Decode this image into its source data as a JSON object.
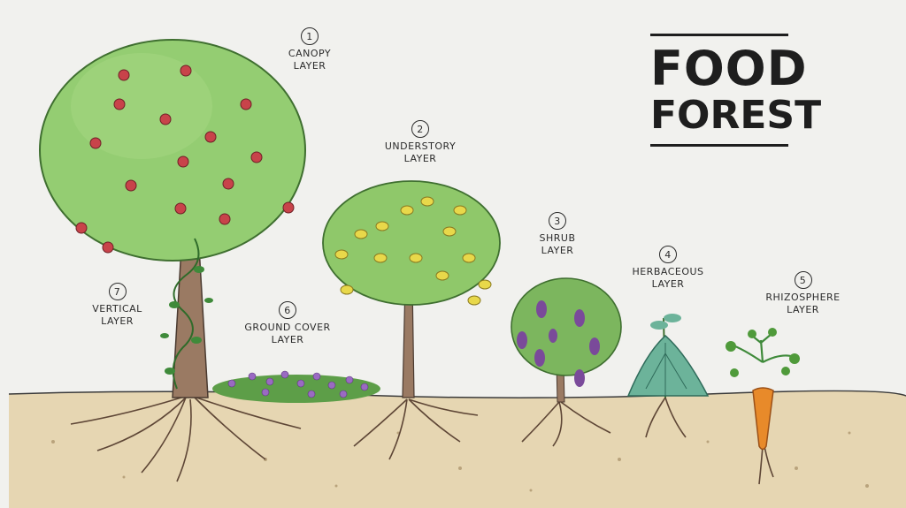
{
  "title": {
    "line1": "FOOD",
    "line2": "FOREST"
  },
  "layers": [
    {
      "number": "1",
      "line1": "CANOPY",
      "line2": "LAYER"
    },
    {
      "number": "2",
      "line1": "UNDERSTORY",
      "line2": "LAYER"
    },
    {
      "number": "3",
      "line1": "SHRUB",
      "line2": "LAYER"
    },
    {
      "number": "4",
      "line1": "HERBACEOUS",
      "line2": "LAYER"
    },
    {
      "number": "5",
      "line1": "RHIZOSPHERE",
      "line2": "LAYER"
    },
    {
      "number": "6",
      "line1": "GROUND COVER",
      "line2": "LAYER"
    },
    {
      "number": "7",
      "line1": "VERTICAL",
      "line2": "LAYER"
    }
  ],
  "colors": {
    "background": "#f1f1ee",
    "soil": "#e6d6b2",
    "foliage": "#8fc86a",
    "foliage_dark": "#4d8a3a",
    "apple": "#c8434a",
    "lemon": "#e8d84a",
    "grape": "#7a4a9a",
    "herb": "#5aa58a",
    "carrot": "#e88a2a",
    "bark": "#8a6a55",
    "ink": "#2b2b2b"
  },
  "icons": [
    "apple-tree-icon",
    "lemon-tree-icon",
    "grape-bush-icon",
    "herb-icon",
    "carrot-icon",
    "ground-cover-icon",
    "vine-icon"
  ]
}
